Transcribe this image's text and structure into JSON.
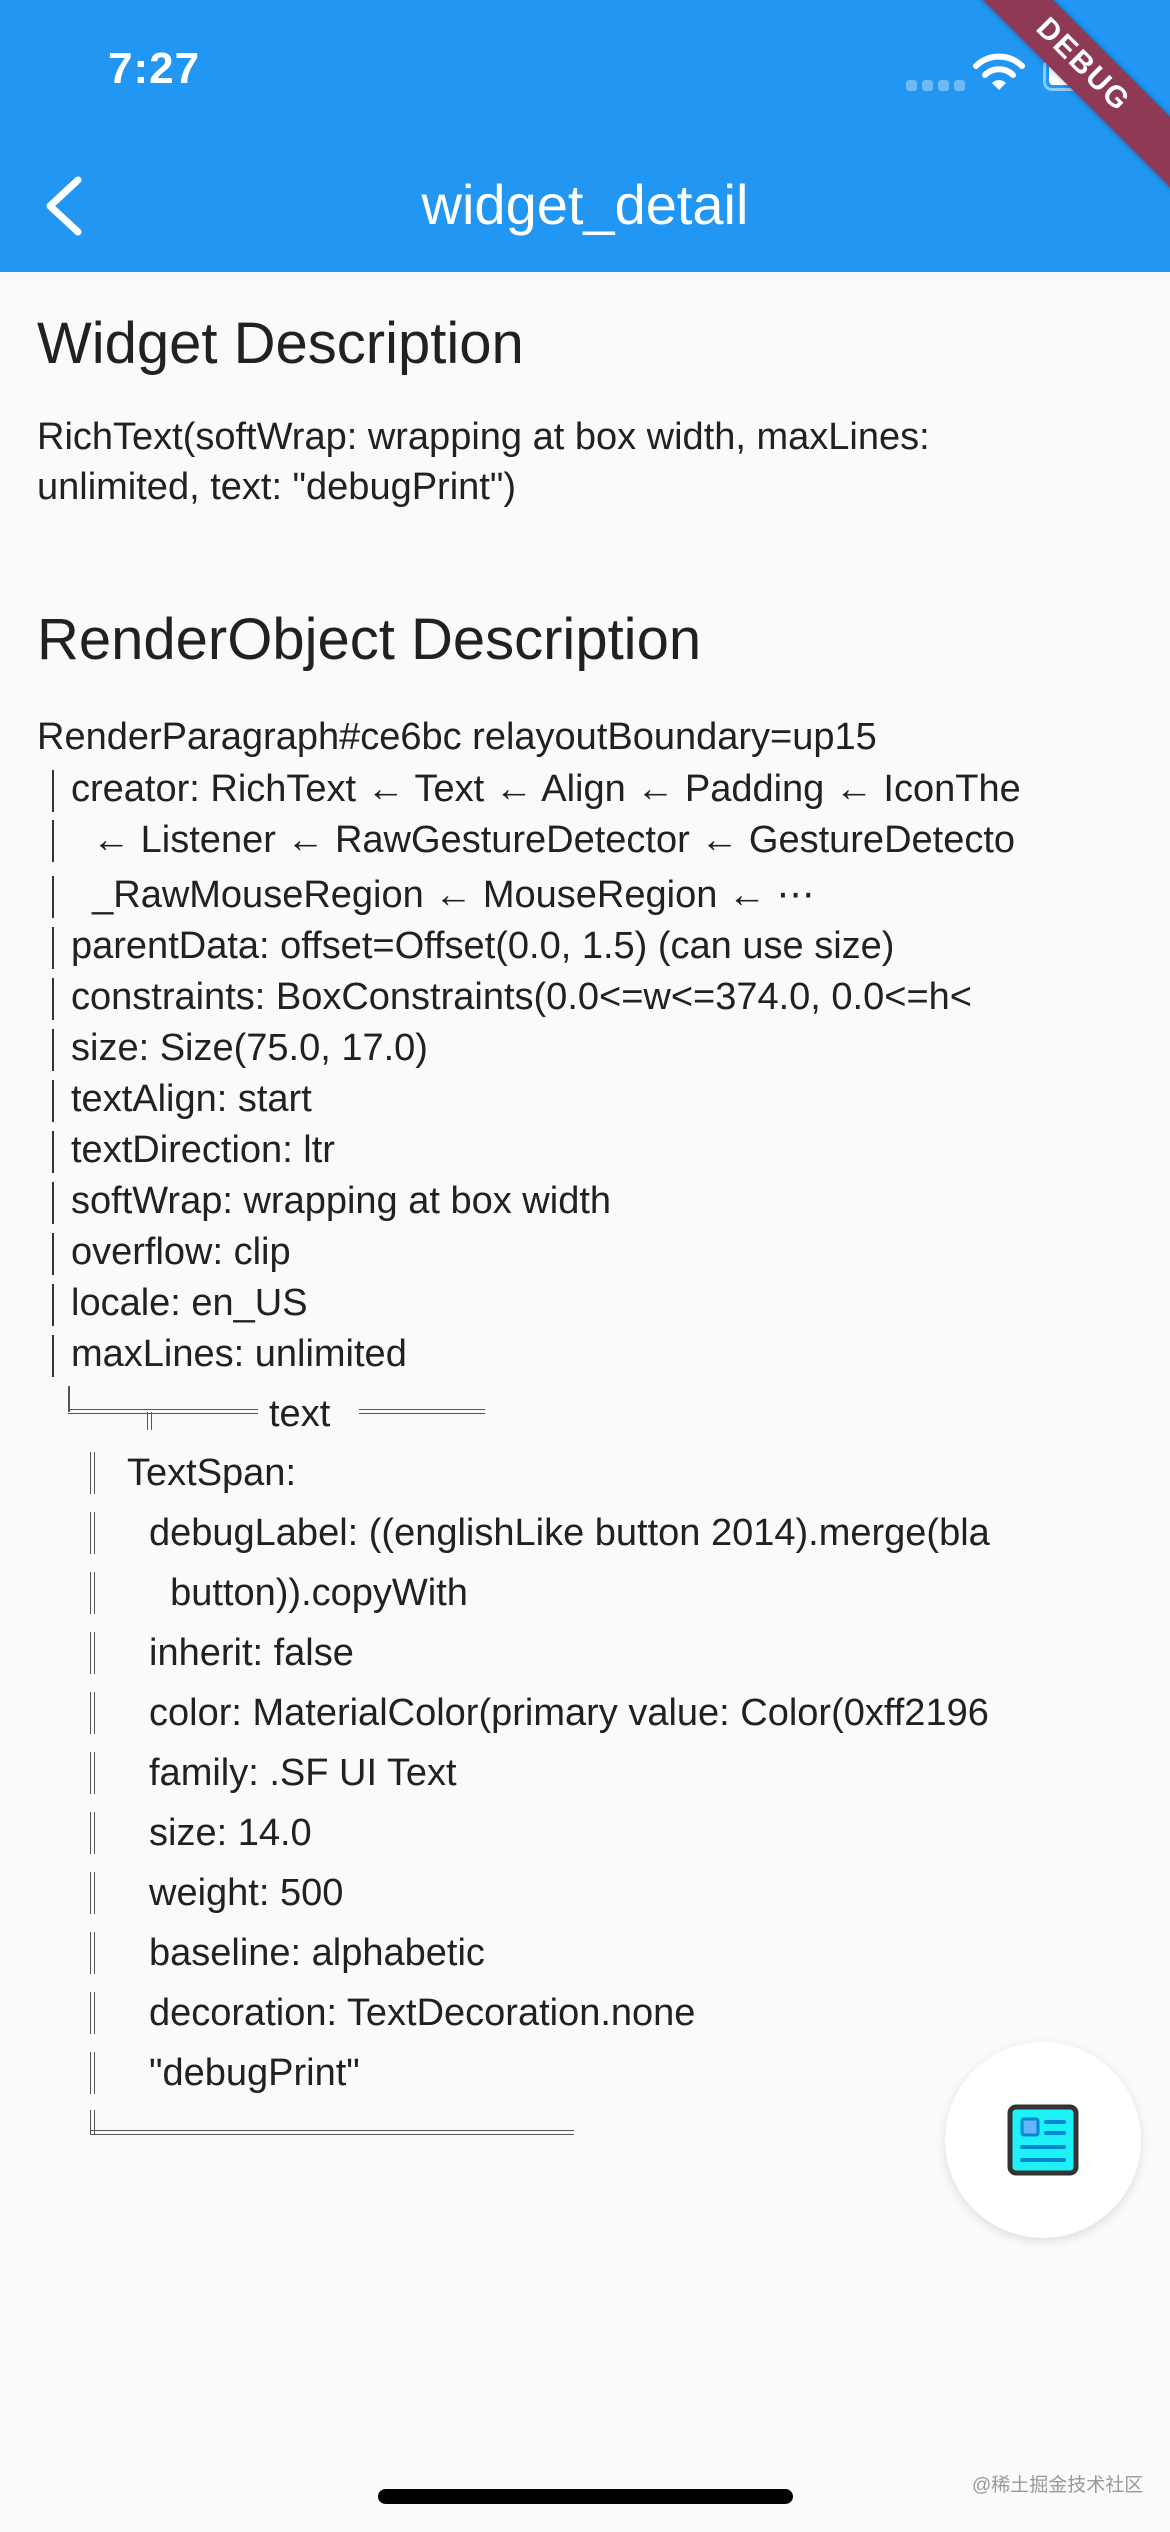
{
  "status_bar": {
    "time": "7:27",
    "wifi_icon": "wifi-icon",
    "battery_icon": "battery-icon",
    "debug_banner": "DEBUG"
  },
  "app_bar": {
    "back_icon": "chevron-left-icon",
    "title": "widget_detail",
    "background_color": "#2196F3"
  },
  "widget_section": {
    "heading": "Widget Description",
    "lines": [
      "RichText(softWrap: wrapping at box width, maxLines:",
      "unlimited, text: \"debugPrint\")"
    ]
  },
  "render_section": {
    "heading": "RenderObject Description",
    "header_line": "RenderParagraph#ce6bc relayoutBoundary=up15",
    "properties": [
      "creator: RichText ← Text ← Align ← Padding ← IconThe",
      "  ← Listener ← RawGestureDetector ← GestureDetecto",
      "  _RawMouseRegion ← MouseRegion ← ⋯",
      "parentData: offset=Offset(0.0, 1.5) (can use size)",
      "constraints: BoxConstraints(0.0<=w<=374.0, 0.0<=h<",
      "size: Size(75.0, 17.0)",
      "textAlign: start",
      "textDirection: ltr",
      "softWrap: wrapping at box width",
      "overflow: clip",
      "locale: en_US",
      "maxLines: unlimited"
    ],
    "child_label": "text",
    "text_span": {
      "header": "TextSpan:",
      "lines": [
        "debugLabel: ((englishLike button 2014).merge(bla",
        "  button)).copyWith",
        "inherit: false",
        "color: MaterialColor(primary value: Color(0xff2196",
        "family: .SF UI Text",
        "size: 14.0",
        "weight: 500",
        "baseline: alphabetic",
        "decoration: TextDecoration.none",
        "\"debugPrint\""
      ]
    }
  },
  "fab": {
    "icon": "article-icon",
    "icon_colors": {
      "fill": "#1EF2F8",
      "stroke": "#333333",
      "accent": "#0288D1"
    }
  },
  "watermark": "@稀土掘金技术社区"
}
